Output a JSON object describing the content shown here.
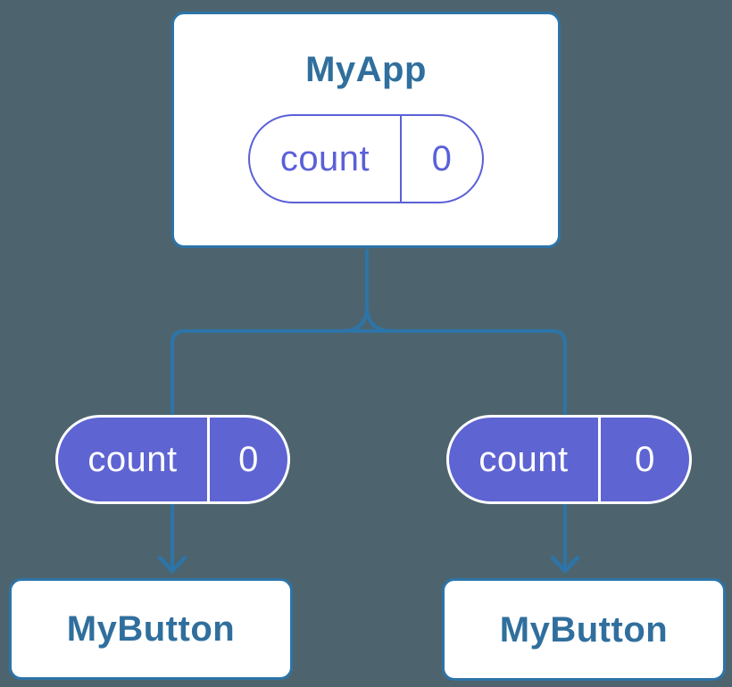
{
  "palette": {
    "bg": "#4d646e",
    "line": "#2d74a8",
    "heading": "#306f9d",
    "purple_line": "#5a60d8",
    "purple_fill": "#5e64d2",
    "pill_text_light": "#ffffff",
    "card_bg": "#ffffff"
  },
  "root_card": {
    "title": "MyApp",
    "pill": {
      "key": "count",
      "value": "0"
    }
  },
  "left_branch": {
    "pill": {
      "key": "count",
      "value": "0"
    },
    "card": {
      "title": "MyButton"
    }
  },
  "right_branch": {
    "pill": {
      "key": "count",
      "value": "0"
    },
    "card": {
      "title": "MyButton"
    }
  }
}
